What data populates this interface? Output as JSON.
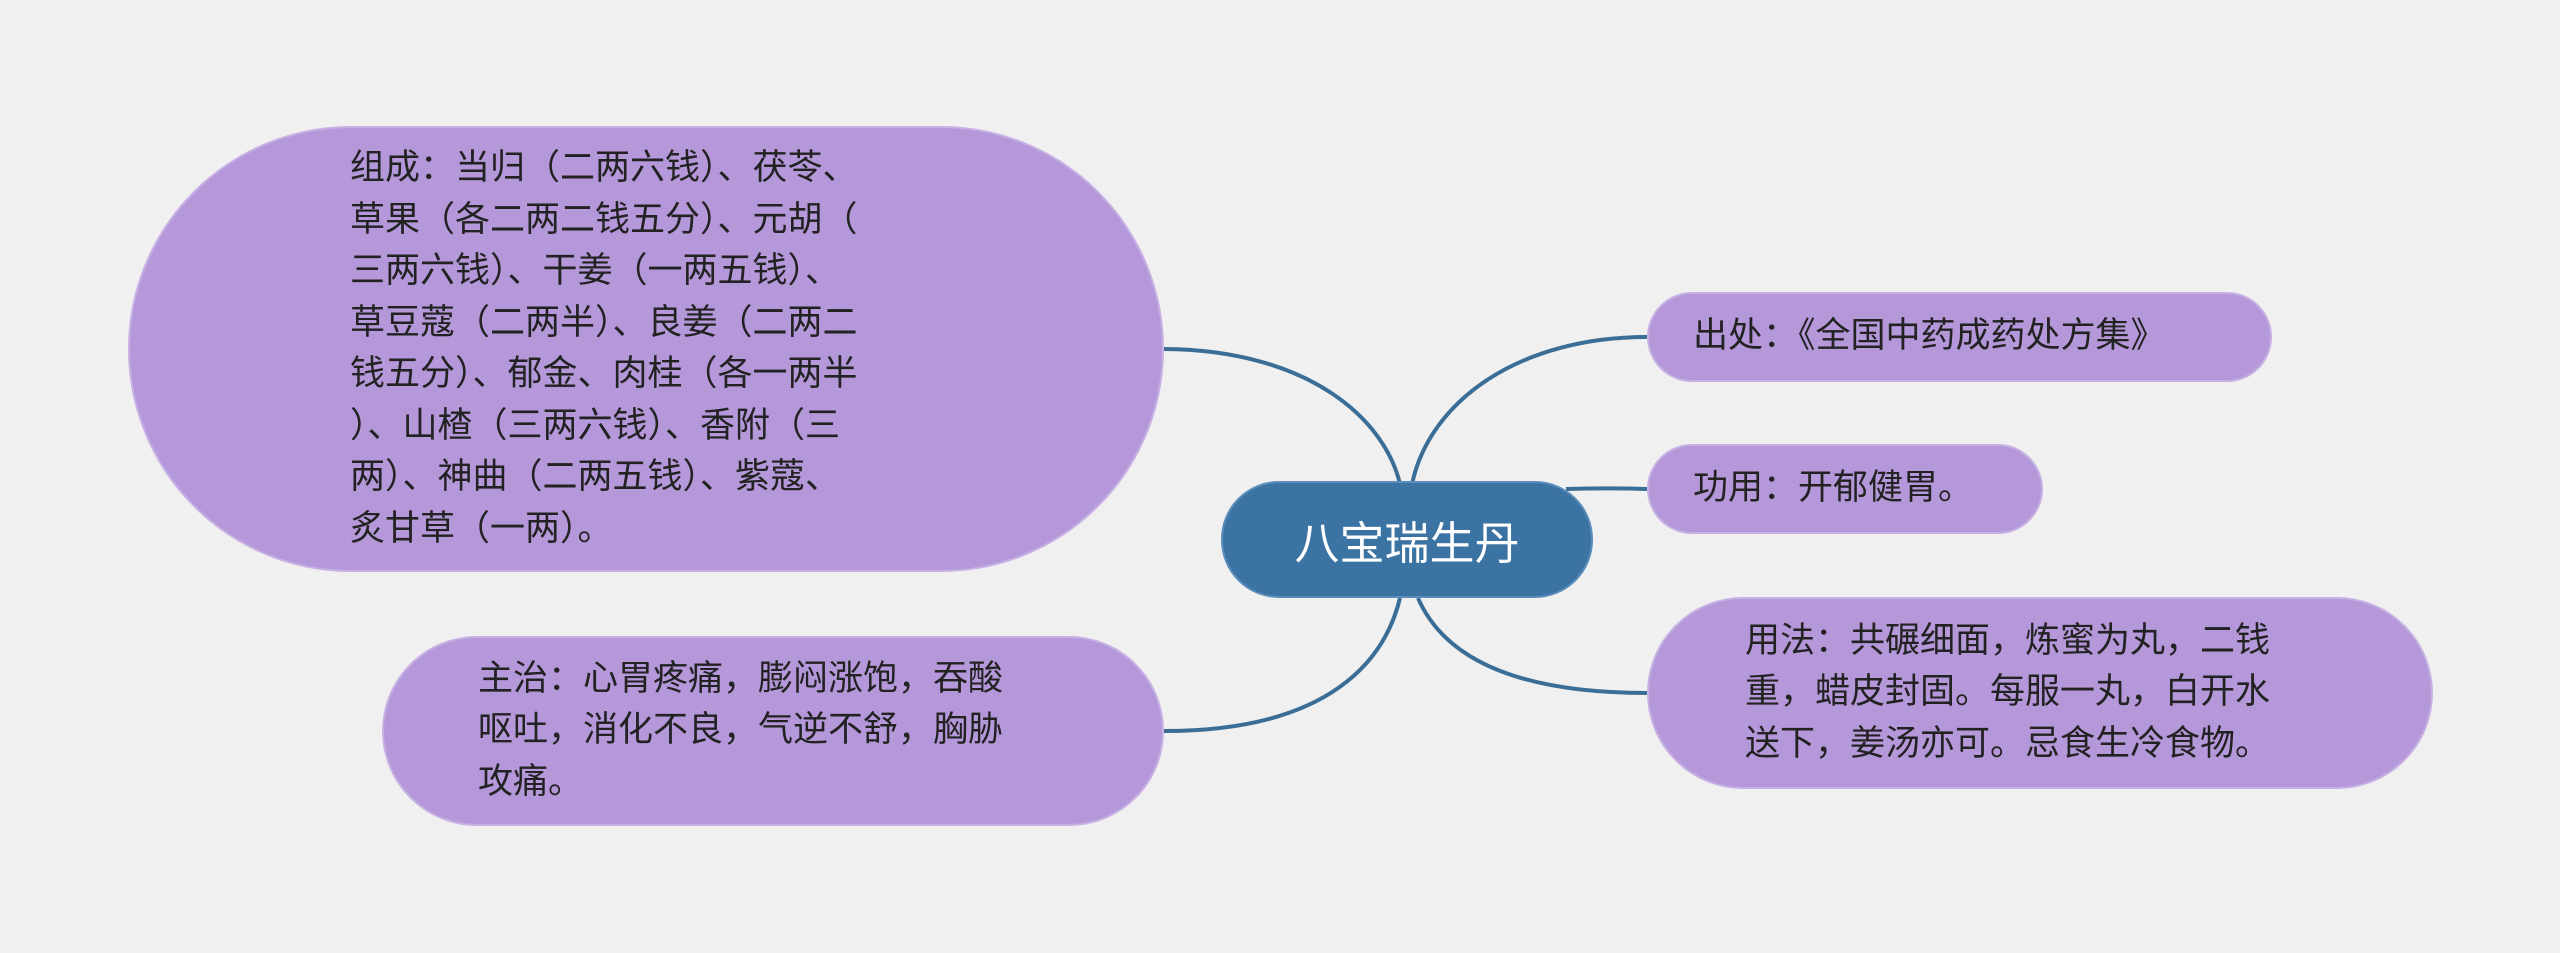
{
  "central_topic": "八宝瑞生丹",
  "branches": [
    {
      "id": "composition",
      "text": "组成：当归（二两六钱）、茯苓、\n草果（各二两二钱五分）、元胡（\n三两六钱）、干姜（一两五钱）、\n草豆蔻（二两半）、良姜（二两二\n钱五分）、郁金、肉桂（各一两半\n）、山楂（三两六钱）、香附（三\n两）、神曲（二两五钱）、紫蔻、\n炙甘草（一两）。"
    },
    {
      "id": "indications",
      "text": "主治：心胃疼痛，膨闷涨饱，吞酸\n呕吐，消化不良，气逆不舒，胸胁\n攻痛。"
    },
    {
      "id": "source",
      "text": "出处：《全国中药成药处方集》"
    },
    {
      "id": "function",
      "text": "功用：开郁健胃。"
    },
    {
      "id": "usage",
      "text": "用法：共碾细面，炼蜜为丸，二钱\n重，蜡皮封固。每服一丸，白开水\n送下，姜汤亦可。忌食生冷食物。"
    }
  ],
  "colors": {
    "background": "#f0f0f0",
    "central_fill": "#3b73a2",
    "branch_fill": "#b598da",
    "connector": "#3b6e96"
  }
}
